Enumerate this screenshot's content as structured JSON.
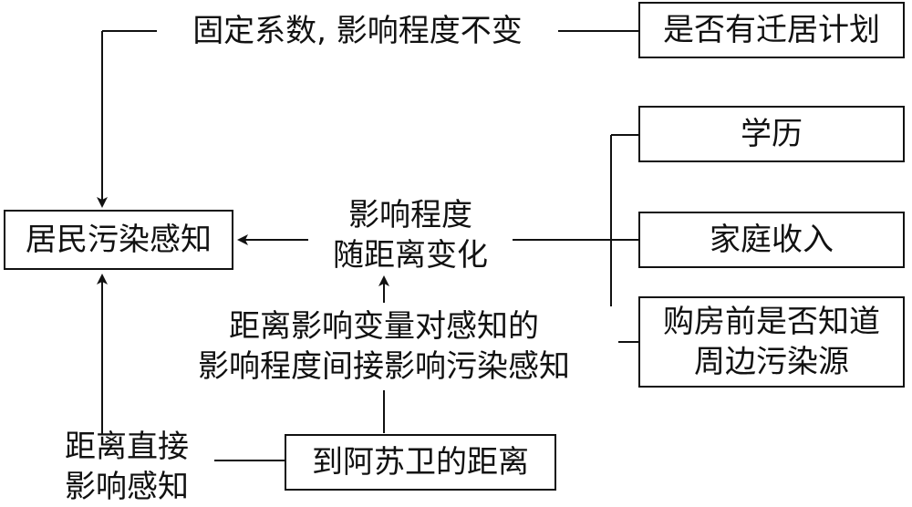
{
  "nodes": {
    "perception": "居民污染感知",
    "migration_plan": "是否有迁居计划",
    "education": "学历",
    "income": "家庭收入",
    "pollution_source_line1": "购房前是否知道",
    "pollution_source_line2": "周边污染源",
    "distance": "到阿苏卫的距离"
  },
  "labels": {
    "fixed_coefficient": "固定系数, 影响程度不变",
    "varying_line1": "影响程度",
    "varying_line2": "随距离变化",
    "indirect_line1": "距离影响变量对感知的",
    "indirect_line2": "影响程度间接影响污染感知",
    "direct_line1": "距离直接",
    "direct_line2": "影响感知"
  }
}
